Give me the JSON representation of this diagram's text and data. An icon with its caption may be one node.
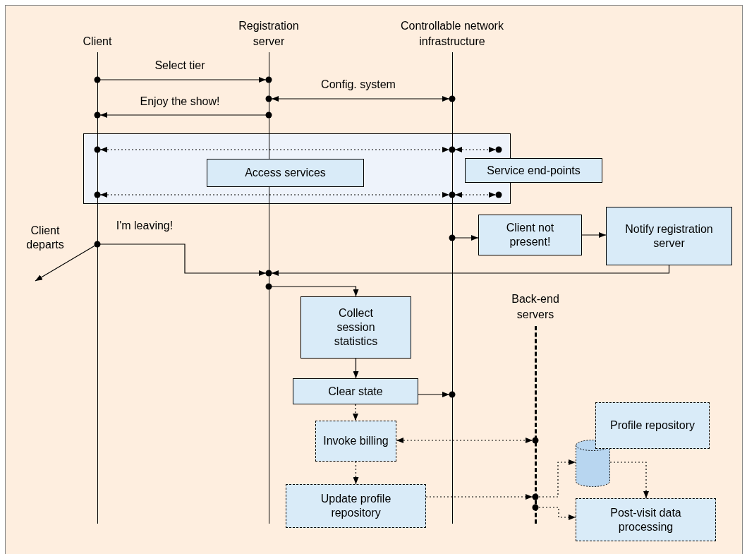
{
  "diagram": {
    "nodes": [
      {
        "text": [
          "Client"
        ]
      },
      {
        "text": [
          "Registration server"
        ]
      },
      {
        "text": [
          "Controllable network infrastructure"
        ]
      },
      {
        "text": [
          "Back-end servers"
        ]
      },
      {
        "text": [],
        "shape": "box"
      },
      {
        "text": [
          "Access services"
        ],
        "in": 4
      },
      {
        "text": [
          "Service end-points"
        ]
      },
      {
        "text": [
          "Client not present!"
        ]
      },
      {
        "text": [
          "Notify registration server"
        ]
      },
      {
        "text": [
          "Collect session statistics"
        ]
      },
      {
        "text": [
          "Clear state"
        ]
      },
      {
        "text": [
          "Invoke billing"
        ]
      },
      {
        "text": [
          "Update profile repository"
        ]
      },
      {
        "text": [],
        "shape": "cylinder"
      },
      {
        "text": [
          "Profile repository"
        ]
      },
      {
        "text": [
          "Post-visit data processing"
        ]
      }
    ],
    "edges": [
      {
        "from": 0,
        "to": 1,
        "arrow": "to",
        "label": "Select tier"
      },
      {
        "from": 1,
        "to": 2,
        "arrow": "both",
        "label": "Config. system"
      },
      {
        "from": 1,
        "to": 0,
        "arrow": "to",
        "label": "Enjoy the show!"
      },
      {
        "from": 0,
        "to": 2,
        "arrow": "both",
        "style": "dashed"
      },
      {
        "from": 2,
        "to": 6,
        "arrow": "both",
        "style": "dashed"
      },
      {
        "from": 0,
        "to": 2,
        "arrow": "both",
        "style": "dashed"
      },
      {
        "from": 2,
        "to": 6,
        "arrow": "both",
        "style": "dashed"
      },
      {
        "from": 0,
        "to": null,
        "arrow": "to"
      },
      {
        "from": 0,
        "to": 1,
        "arrow": "to",
        "label": "I'm leaving!"
      },
      {
        "from": 2,
        "to": 7,
        "arrow": "to"
      },
      {
        "from": 7,
        "to": 8,
        "arrow": "to"
      },
      {
        "from": 8,
        "to": 1,
        "arrow": "to"
      },
      {
        "from": 1,
        "to": 9,
        "arrow": "to"
      },
      {
        "from": 9,
        "to": 10,
        "arrow": "to"
      },
      {
        "from": 10,
        "to": 2,
        "arrow": "to"
      },
      {
        "from": 10,
        "to": 11,
        "arrow": "to",
        "style": "dashed"
      },
      {
        "from": 11,
        "to": 3,
        "arrow": "both",
        "style": "dashed"
      },
      {
        "from": 11,
        "to": 12,
        "arrow": "to",
        "style": "dashed"
      },
      {
        "from": 12,
        "to": 3,
        "arrow": "to",
        "style": "dashed"
      },
      {
        "from": 3,
        "to": 13,
        "arrow": "to",
        "style": "dashed"
      },
      {
        "from": 13,
        "to": 15,
        "arrow": "to",
        "style": "dashed"
      },
      {
        "from": 3,
        "to": 15,
        "arrow": "to",
        "style": "dashed"
      }
    ],
    "labels": [
      "Client departs"
    ]
  }
}
